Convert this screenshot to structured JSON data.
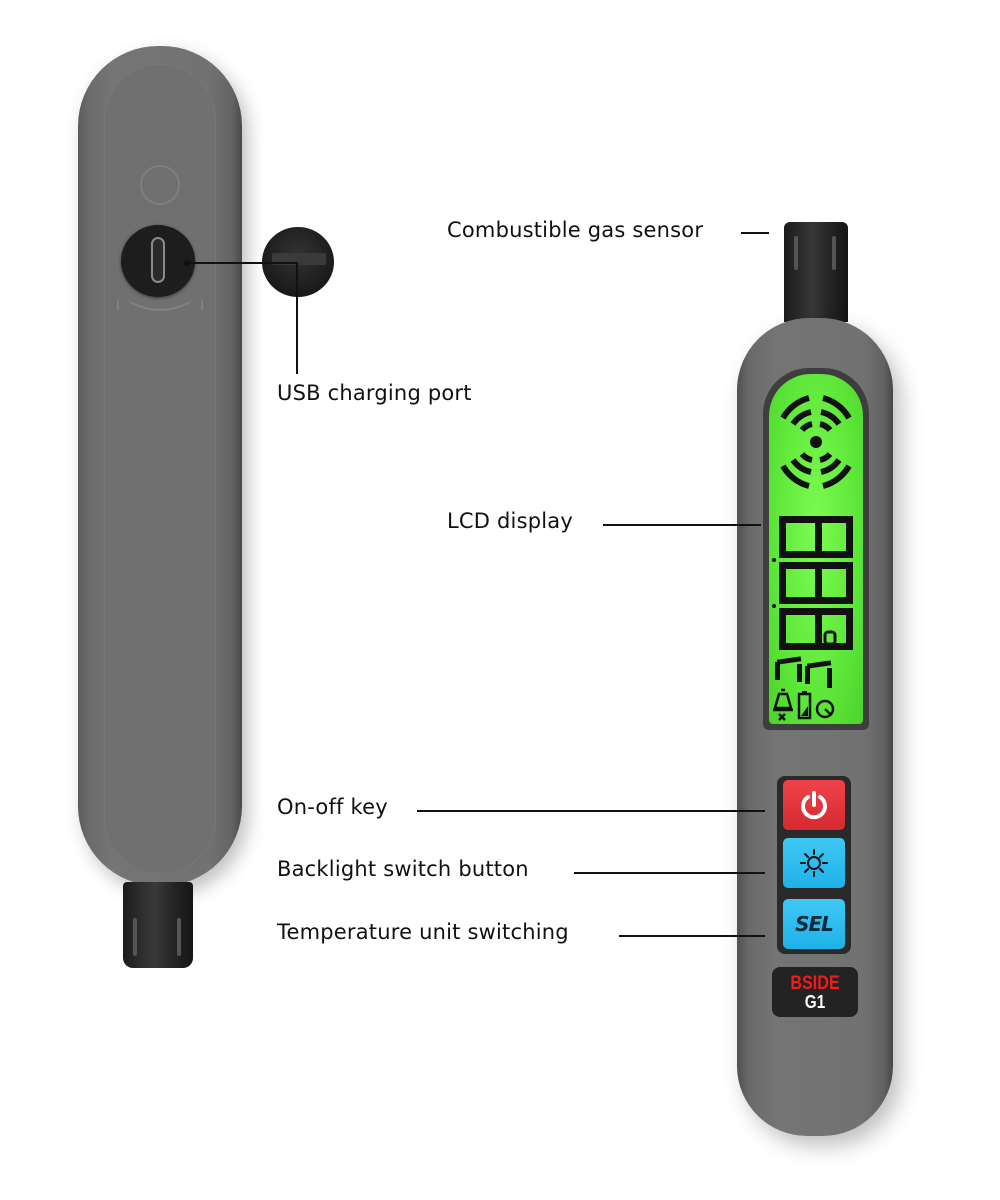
{
  "labels": {
    "gas_sensor": "Combustible gas sensor",
    "usb_port": "USB charging port",
    "lcd": "LCD display",
    "power_key": "On-off key",
    "backlight": "Backlight switch button",
    "temp_unit": "Temperature unit switching"
  },
  "device": {
    "brand": "BSIDE",
    "model": "G1",
    "sel_button": "SEL",
    "lcd_digits": "888",
    "lcd_sub_digits": "77",
    "lcd_degree": "°"
  },
  "icons": {
    "power": "power-icon",
    "backlight": "sun-icon",
    "signal": "radiating-signal-icon",
    "mute": "bell-mute-icon",
    "battery": "battery-icon",
    "timer": "clock-icon"
  },
  "colors": {
    "body": "#727272",
    "lcd_green": "#5ee83a",
    "power_red": "#e2323a",
    "button_blue": "#2bbcf0",
    "brand_red": "#f11b1b"
  }
}
